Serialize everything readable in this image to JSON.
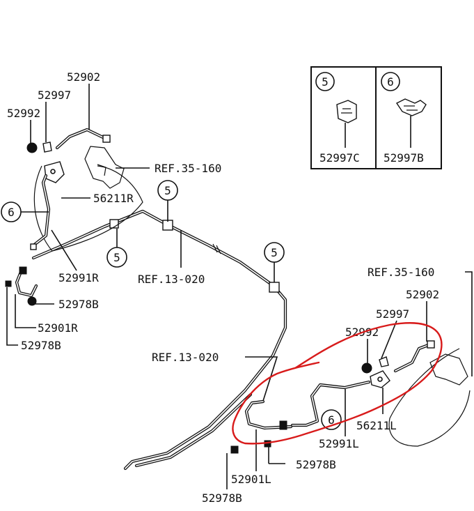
{
  "colors": {
    "line": "#111111",
    "background": "#ffffff",
    "highlight": "#d81b1b"
  },
  "legend": {
    "box_a": {
      "callout": "5",
      "part": "52997C"
    },
    "box_b": {
      "callout": "6",
      "part": "52997B"
    }
  },
  "labels": {
    "front_right_hose": "52902",
    "front_right_clip": "52997",
    "front_right_nut": "52992",
    "front_right_ref_caliper": "REF.35-160",
    "front_right_bracket": "56211R",
    "front_right_pipe": "52991R",
    "front_right_bolt": "52978B",
    "front_right_line_hose": "52901R",
    "front_right_bolt_lower": "52978B",
    "ref_brake_line": "REF.13-020",
    "callout_5": "5",
    "callout_6": "6",
    "front_left_ref_caliper": "REF.35-160",
    "front_left_hose": "52902",
    "front_left_clip": "52997",
    "front_left_nut": "52992",
    "front_left_ref_line": "REF.13-020",
    "front_left_bracket": "56211L",
    "front_left_pipe": "52991L",
    "front_left_bolt": "52978B",
    "front_left_line_hose": "52901L",
    "front_left_bolt_lower": "52978B"
  }
}
